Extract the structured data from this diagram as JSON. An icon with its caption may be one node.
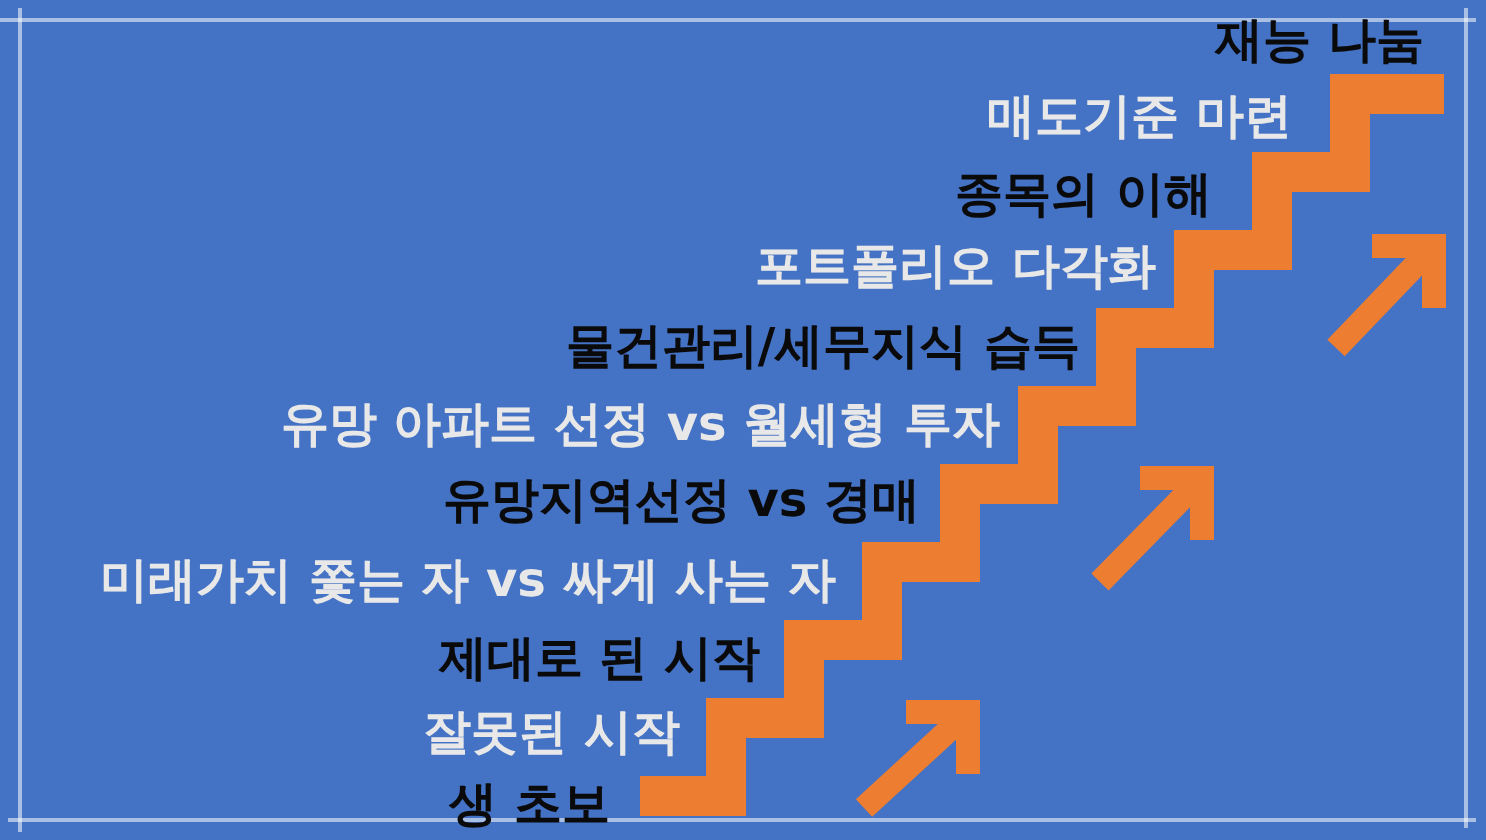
{
  "diagram": {
    "labels": [
      "재능 나눔",
      "매도기준 마련",
      "종목의 이해",
      "포트폴리오 다각화",
      "물건관리/세무지식 습득",
      "유망 아파트 선정 vs 월세형 투자",
      "유망지역선정 vs 경매",
      "미래가치 쫓는 자 vs 싸게 사는 자",
      "제대로 된 시작",
      "잘못된 시작",
      "생 초보"
    ]
  }
}
